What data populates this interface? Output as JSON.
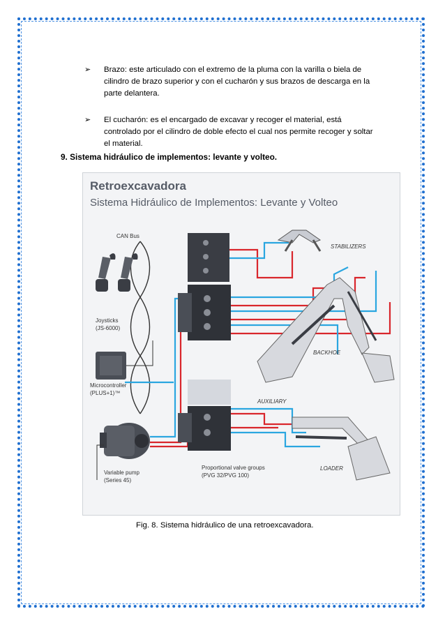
{
  "bullets": [
    {
      "marker": "➢",
      "text": "Brazo: este articulado con el extremo de la pluma con la varilla o biela de cilindro de brazo superior y con el cucharón y sus brazos de descarga en la parte delantera."
    },
    {
      "marker": "➢",
      "text": "El cucharón: es el encargado de excavar y recoger el material, está controlado por el cilindro de doble efecto el cual nos permite recoger y soltar el material."
    }
  ],
  "section_heading": "9.  Sistema hidráulico de implementos: levante y volteo.",
  "figure": {
    "title": "Retroexcavadora",
    "subtitle": "Sistema Hidráulico de Implementos: Levante y Volteo",
    "labels": {
      "can_bus": "CAN Bus",
      "joysticks_1": "Joysticks",
      "joysticks_2": "(JS-6000)",
      "microcontroller_1": "Microcontroller",
      "microcontroller_2": "(PLUS+1)™",
      "pump_1": "Variable pump",
      "pump_2": "(Series 45)",
      "valves_1": "Proportional valve groups",
      "valves_2": "(PVG 32/PVG 100)",
      "stabilizers": "STABILIZERS",
      "backhoe": "BACKHOE",
      "auxiliary": "AUXILIARY",
      "loader": "LOADER"
    },
    "colors": {
      "pressure": "#d9262c",
      "return": "#2aa6e0",
      "steel": "#c9ccd3",
      "dark": "#3a3d44"
    }
  },
  "caption": "Fig. 8. Sistema hidráulico de una retroexcavadora."
}
